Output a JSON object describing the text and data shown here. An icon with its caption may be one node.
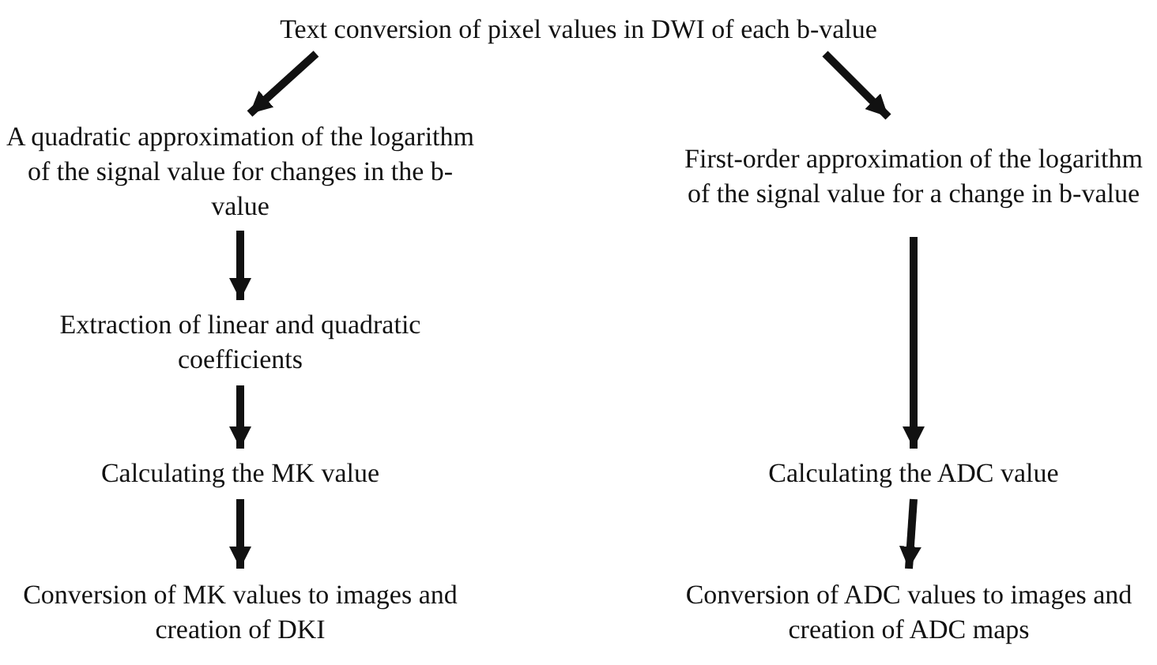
{
  "diagram": {
    "nodes": [
      {
        "text": [
          "Text conversion of pixel values in DWI of each b-value"
        ]
      },
      {
        "text": [
          "A quadratic approximation of the logarithm of the signal value for changes in the b-value"
        ]
      },
      {
        "text": [
          "First-order approximation of the logarithm of the signal value for a change in b-value"
        ]
      },
      {
        "text": [
          "Extraction of linear and quadratic coefficients"
        ]
      },
      {
        "text": [
          "Calculating the MK value"
        ]
      },
      {
        "text": [
          "Conversion of MK values to images and creation of DKI"
        ]
      },
      {
        "text": [
          "Calculating the ADC value"
        ]
      },
      {
        "text": [
          "Conversion of ADC values to images and creation of ADC maps"
        ]
      }
    ],
    "edges": [
      {
        "from": 0,
        "to": 1,
        "arrow": "to"
      },
      {
        "from": 0,
        "to": 2,
        "arrow": "to"
      },
      {
        "from": 1,
        "to": 3,
        "arrow": "to"
      },
      {
        "from": 3,
        "to": 4,
        "arrow": "to"
      },
      {
        "from": 4,
        "to": 5,
        "arrow": "to"
      },
      {
        "from": 2,
        "to": 6,
        "arrow": "to"
      },
      {
        "from": 6,
        "to": 7,
        "arrow": "to"
      }
    ]
  }
}
